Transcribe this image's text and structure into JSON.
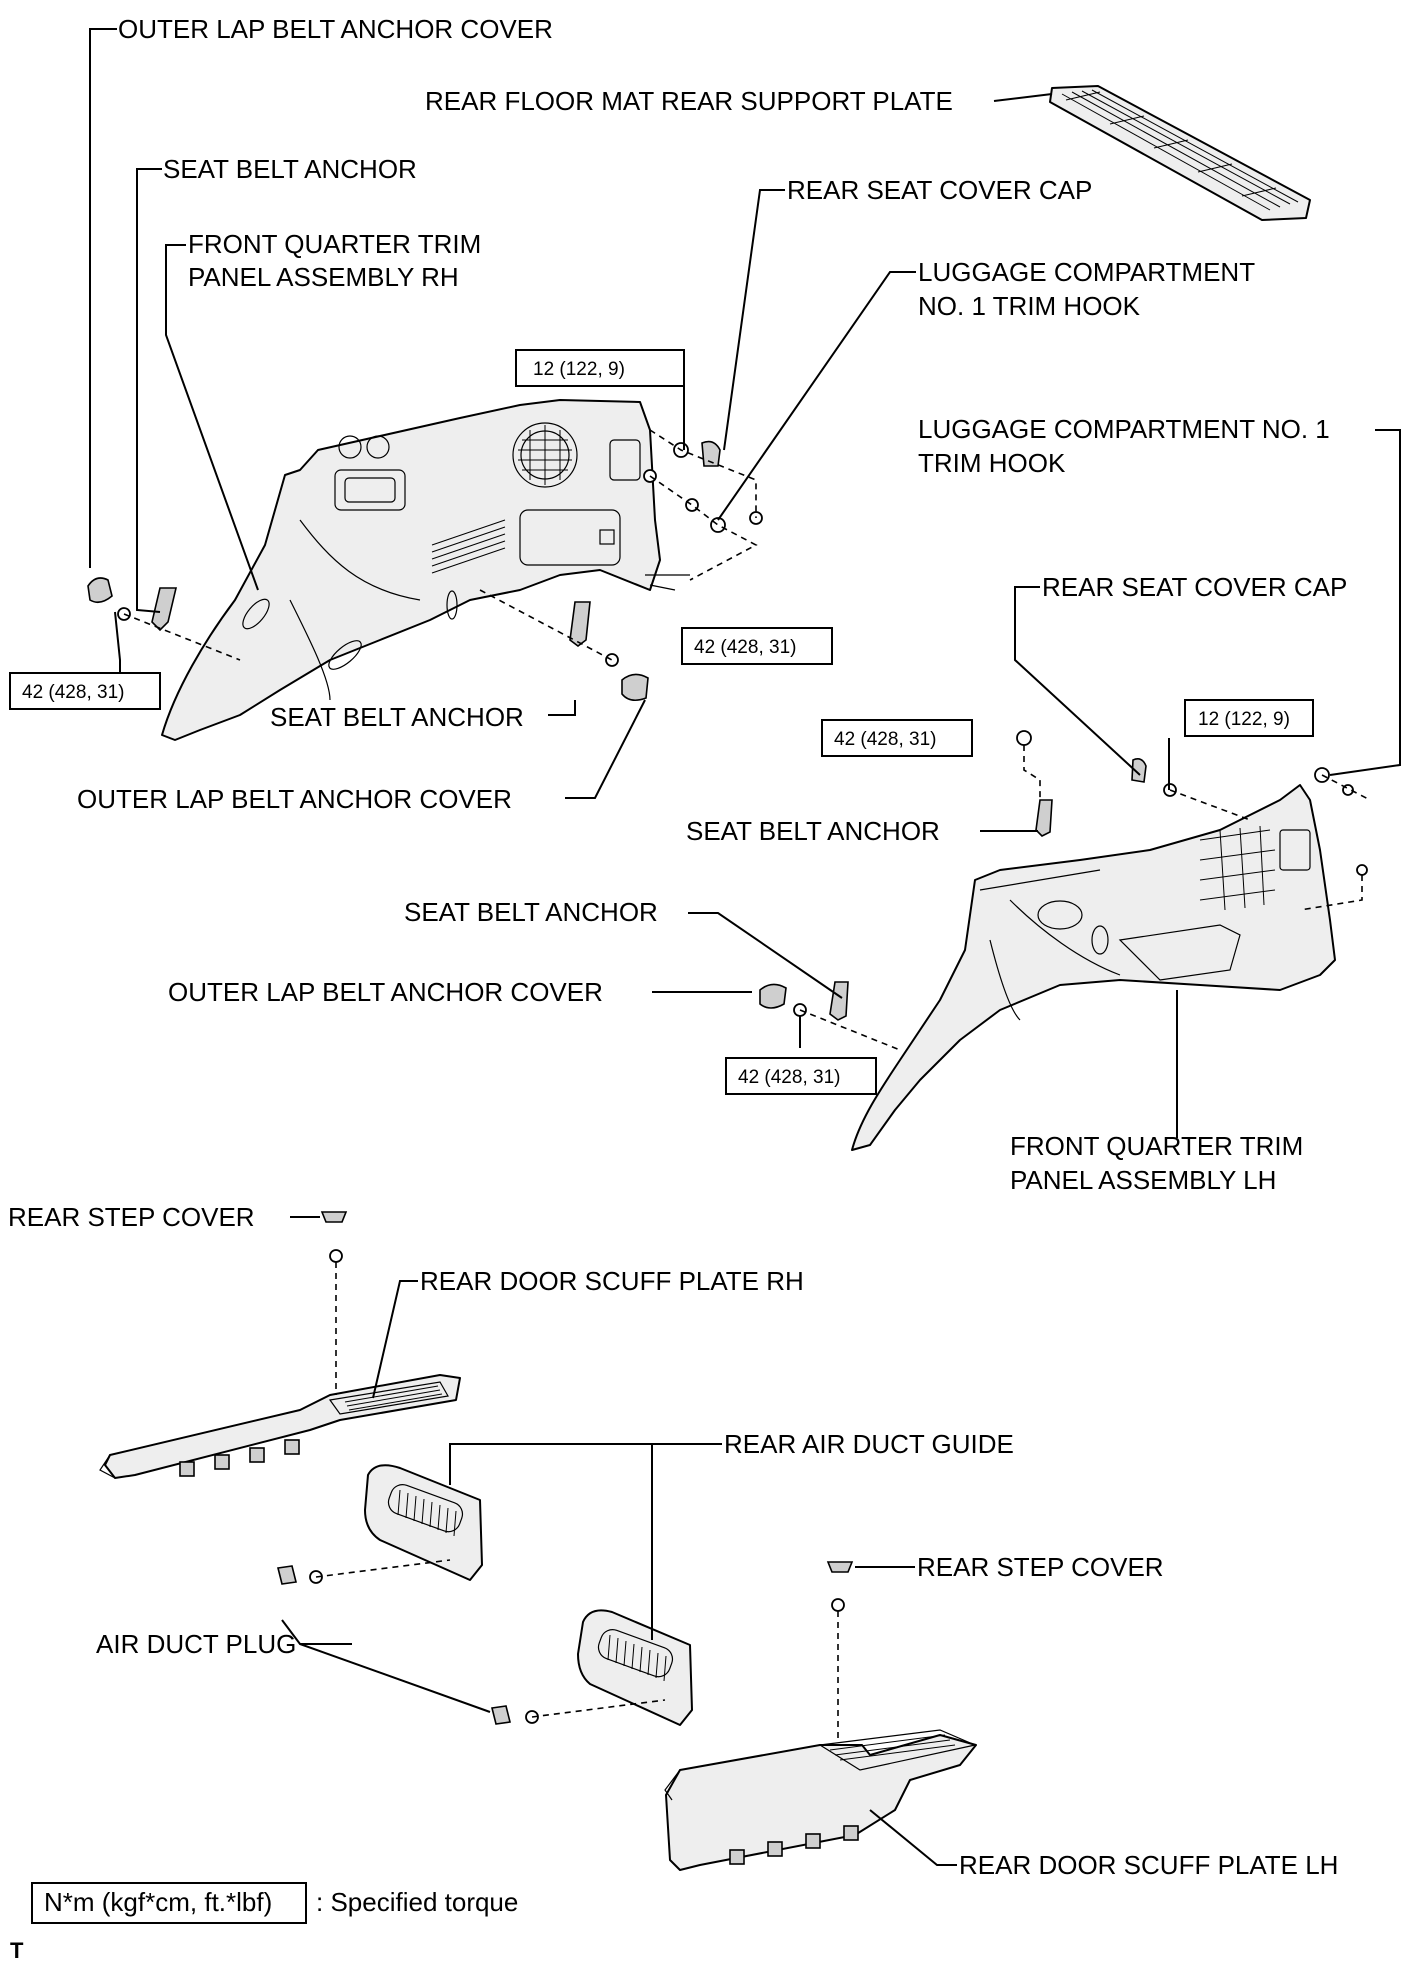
{
  "labels": {
    "outer_lap_belt_anchor_cover_top": "OUTER LAP BELT ANCHOR COVER",
    "rear_floor_mat_plate": "REAR FLOOR MAT REAR SUPPORT PLATE",
    "seat_belt_anchor_top": "SEAT BELT ANCHOR",
    "rear_seat_cover_cap_top": "REAR SEAT COVER CAP",
    "front_quarter_rh_line1": "FRONT QUARTER TRIM",
    "front_quarter_rh_line2": "PANEL ASSEMBLY RH",
    "luggage_hook_top_line1": "LUGGAGE COMPARTMENT",
    "luggage_hook_top_line2": "NO. 1 TRIM HOOK",
    "luggage_hook_right_line1": "LUGGAGE COMPARTMENT NO. 1",
    "luggage_hook_right_line2": "TRIM HOOK",
    "rear_seat_cover_cap_right": "REAR SEAT COVER CAP",
    "seat_belt_anchor_rh_lower": "SEAT BELT ANCHOR",
    "outer_lap_cover_rh_lower": "OUTER LAP BELT ANCHOR COVER",
    "seat_belt_anchor_lh_right": "SEAT BELT ANCHOR",
    "seat_belt_anchor_lh_left": "SEAT BELT ANCHOR",
    "outer_lap_cover_lh": "OUTER LAP BELT ANCHOR COVER",
    "front_quarter_lh_line1": "FRONT QUARTER TRIM",
    "front_quarter_lh_line2": "PANEL ASSEMBLY LH",
    "rear_step_cover_rh": "REAR STEP COVER",
    "rear_door_scuff_rh": "REAR DOOR SCUFF PLATE RH",
    "rear_air_duct_guide": "REAR AIR DUCT GUIDE",
    "rear_step_cover_lh": "REAR STEP COVER",
    "air_duct_plug": "AIR DUCT PLUG",
    "rear_door_scuff_lh": "REAR DOOR SCUFF PLATE LH"
  },
  "torques": {
    "rh_upper_bolt": "12 (122, 9)",
    "rh_belt_anchor_left": "42 (428, 31)",
    "rh_belt_anchor_right": "42 (428, 31)",
    "lh_upper_bolt": "12 (122, 9)",
    "lh_belt_anchor_top": "42 (428, 31)",
    "lh_belt_anchor_bottom": "42 (428, 31)"
  },
  "legend": {
    "unit_box": "N*m (kgf*cm, ft.*lbf)",
    "unit_text": ": Specified torque"
  },
  "footer": {
    "corner_mark": "T"
  }
}
